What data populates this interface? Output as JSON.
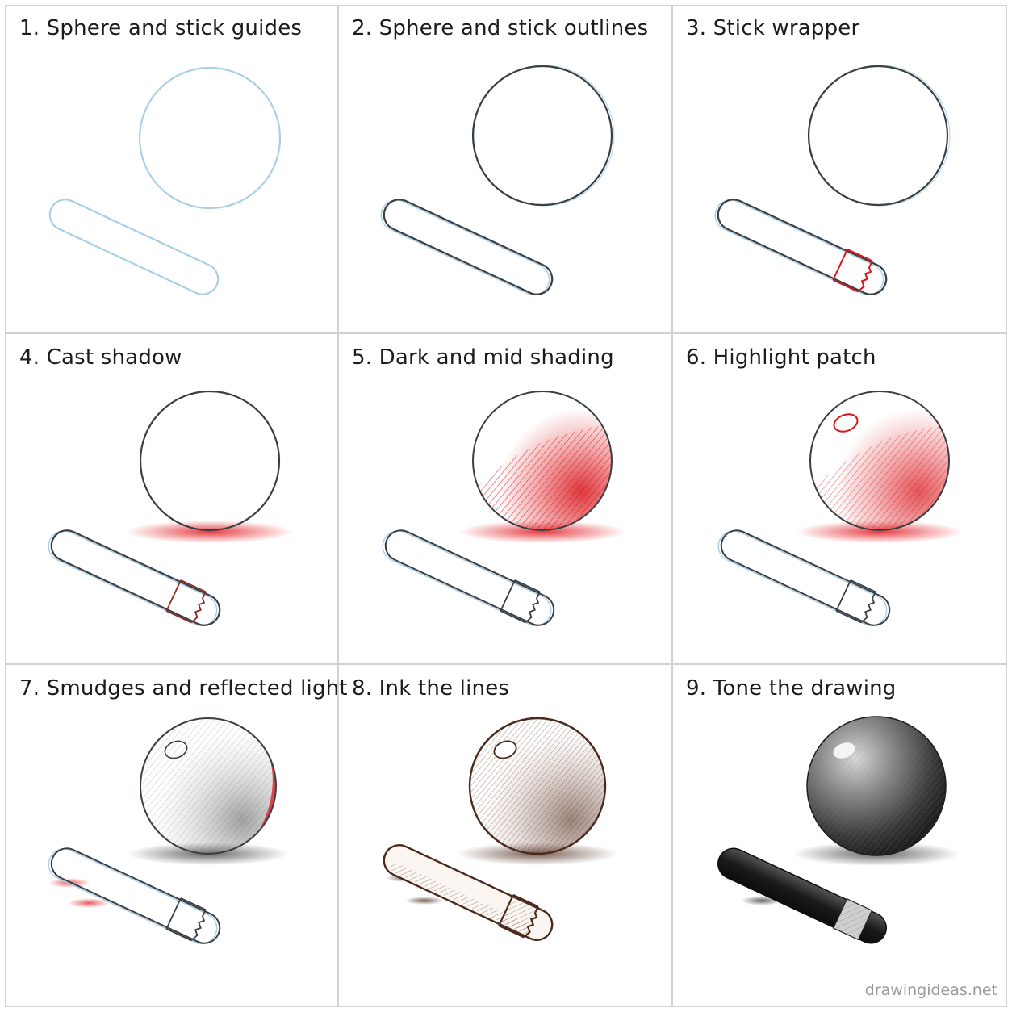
{
  "steps": [
    {
      "title": "1. Sphere and stick guides"
    },
    {
      "title": "2. Sphere and stick outlines"
    },
    {
      "title": "3. Stick wrapper"
    },
    {
      "title": "4. Cast shadow"
    },
    {
      "title": "5. Dark and mid shading"
    },
    {
      "title": "6. Highlight patch"
    },
    {
      "title": "7. Smudges and reflected light"
    },
    {
      "title": "8. Ink the lines"
    },
    {
      "title": "9. Tone the drawing"
    }
  ],
  "watermark": "drawingideas.net",
  "colors": {
    "guide": "#a9cfe8",
    "outline": "#3a3f45",
    "new_step_accent": "#d9161c",
    "ink": "#4a2a1c",
    "graphite": "#2a2a2a",
    "border": "#d2d2d2"
  }
}
